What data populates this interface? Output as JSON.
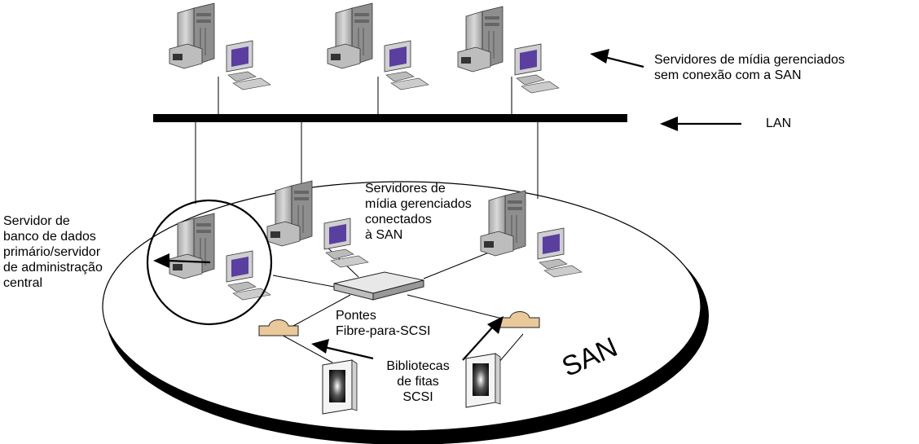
{
  "labels": {
    "media_servers_no_san": "Servidores de mídia gerenciados\nsem conexão com a SAN",
    "lan": "LAN",
    "media_servers_san": "Servidores de\nmídia gerenciados\nconectados\nà SAN",
    "primary_db_server": "Servidor de\nbanco de dados\nprimário/servidor\nde administração\ncentral",
    "bridges": "Pontes\nFibre-para-SCSI",
    "tape_libraries": "Bibliotecas\nde fitas\nSCSI",
    "san": "SAN"
  },
  "icons": {
    "server": "server-computer-icon",
    "switch": "fibre-switch-icon",
    "bridge": "fibre-scsi-bridge-icon",
    "tape": "tape-library-icon"
  },
  "colors": {
    "server_body": "#c9c9c9",
    "monitor_screen": "#5a3fa0",
    "bridge": "#e9c89a",
    "line": "#000000"
  }
}
